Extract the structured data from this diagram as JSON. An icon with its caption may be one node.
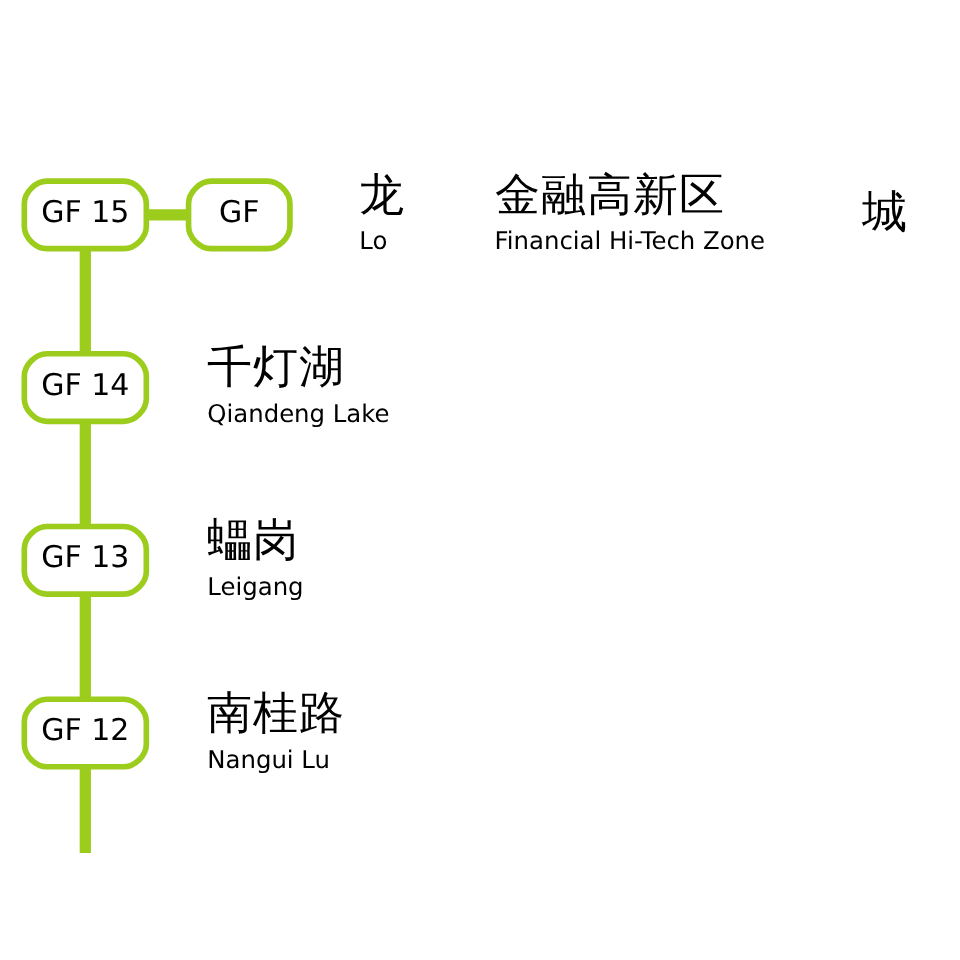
{
  "diagram": {
    "nodes": [
      {
        "text": [
          "GF 15"
        ],
        "beside": [
          "金融高新区",
          "Financial Hi-Tech Zone"
        ]
      },
      {
        "text": [
          "GF"
        ],
        "beside": [
          "龙",
          "Lo"
        ]
      },
      {
        "text": [
          "GF 14"
        ],
        "beside": [
          "千灯湖",
          "Qiandeng Lake"
        ]
      },
      {
        "text": [
          "GF 13"
        ],
        "beside": [
          "蠝岗",
          "Leigang"
        ]
      },
      {
        "text": [
          "GF 12"
        ],
        "beside": [
          "南桂路",
          "Nangui Lu"
        ]
      }
    ],
    "edges": [
      {
        "from": 0,
        "to": 1,
        "arrow": "none"
      },
      {
        "from": 0,
        "to": 2,
        "arrow": "none"
      },
      {
        "from": 2,
        "to": 3,
        "arrow": "none"
      },
      {
        "from": 3,
        "to": 4,
        "arrow": "none"
      },
      {
        "from": 4,
        "to": null,
        "arrow": "none"
      }
    ],
    "labels": [
      "城"
    ]
  }
}
